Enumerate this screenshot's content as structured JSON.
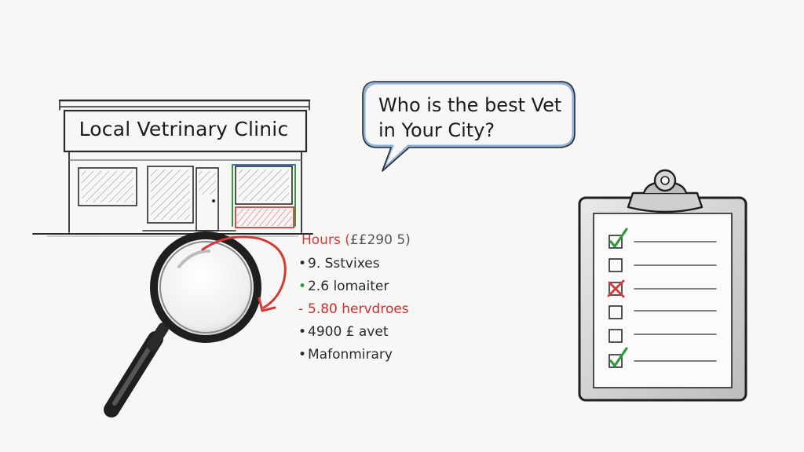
{
  "clinic": {
    "sign_text": "Local Vetrinary Clinic"
  },
  "speech_bubble": {
    "line1": "Who is the best Vet",
    "line2": "in Your City?"
  },
  "hours_note": {
    "title": "Hours (",
    "title_extra": "££290 5)",
    "items": [
      {
        "bullet": "•",
        "text": "9. Sstvixes"
      },
      {
        "bullet": "•",
        "text": "2.6 lomaiter"
      },
      {
        "bullet": "-",
        "text": "5.80 hervdroes"
      },
      {
        "bullet": "•",
        "text": "4900 £ avet"
      },
      {
        "bullet": "•",
        "text": "Mafonmirary"
      }
    ]
  },
  "checklist": {
    "items": [
      {
        "state": "checked"
      },
      {
        "state": "empty"
      },
      {
        "state": "crossed"
      },
      {
        "state": "empty"
      },
      {
        "state": "empty"
      },
      {
        "state": "checked"
      }
    ]
  },
  "colors": {
    "ink": "#2a2a2a",
    "check_green": "#2e9a3c",
    "cross_red": "#d63838",
    "bubble_blue": "#8fb0d8"
  }
}
